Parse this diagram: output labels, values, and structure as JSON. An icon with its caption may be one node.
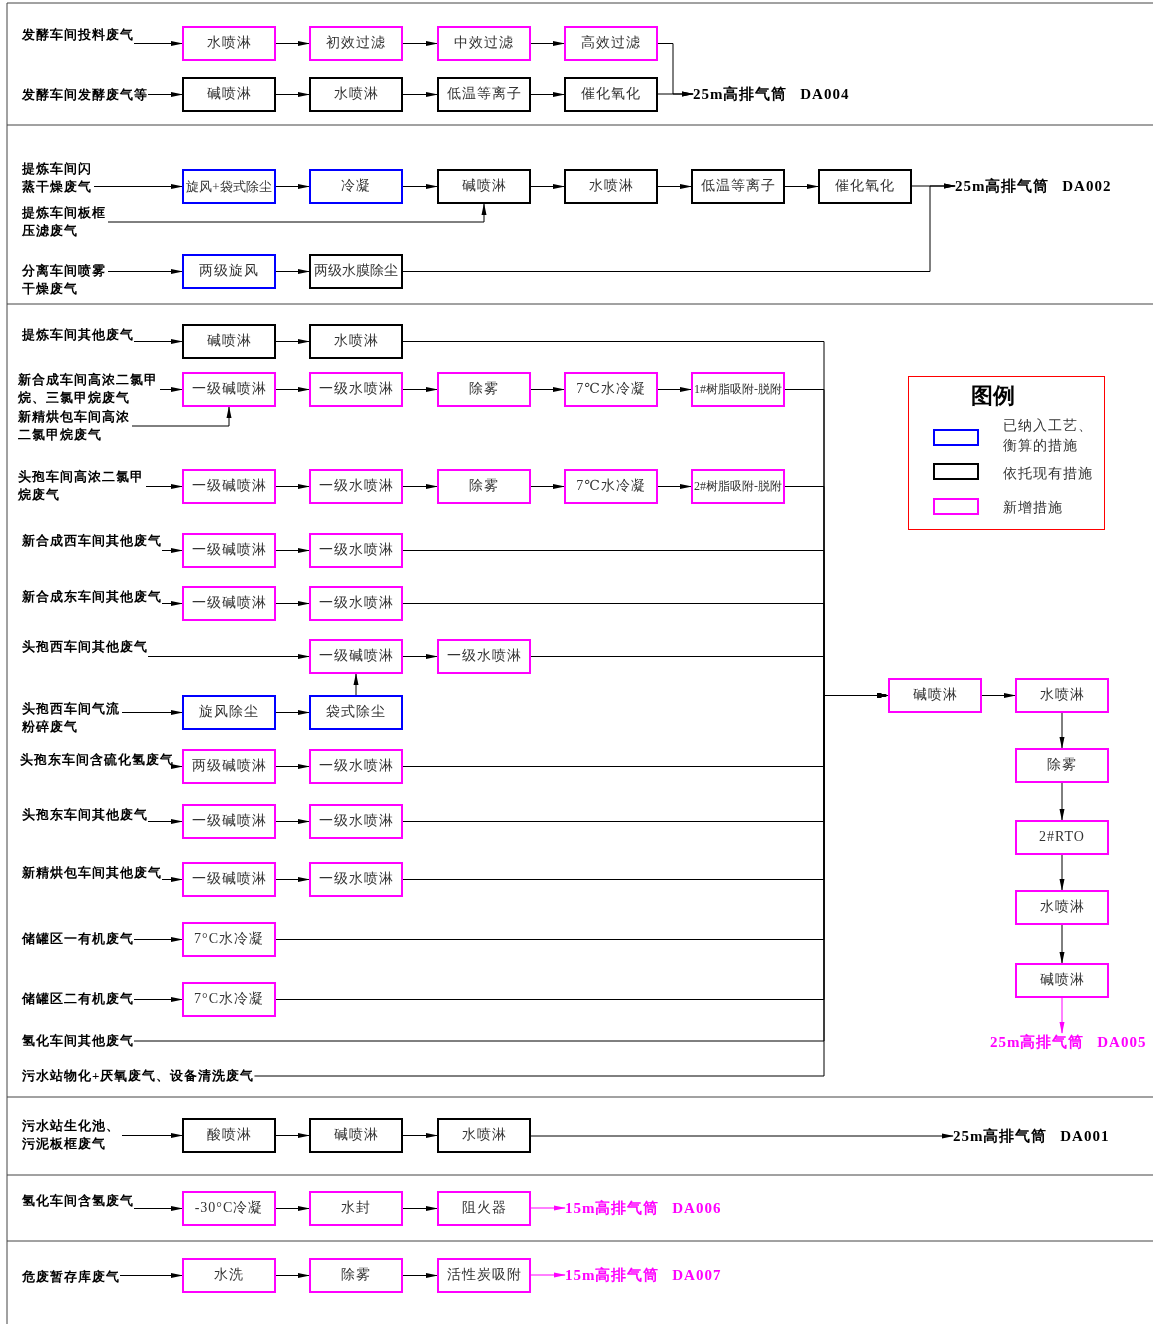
{
  "diagram": {
    "nodes": [
      {
        "text": [
          "发酵车间投料废气"
        ]
      },
      {
        "text": [
          "水喷淋"
        ]
      },
      {
        "text": [
          "初效过滤"
        ]
      },
      {
        "text": [
          "中效过滤"
        ]
      },
      {
        "text": [
          "高效过滤"
        ]
      },
      {
        "text": [
          "发酵车间发酵废气等"
        ]
      },
      {
        "text": [
          "碱喷淋"
        ]
      },
      {
        "text": [
          "水喷淋"
        ]
      },
      {
        "text": [
          "低温等离子"
        ]
      },
      {
        "text": [
          "催化氧化"
        ]
      },
      {
        "text": [
          "25m高排气筒 DA004"
        ]
      },
      {
        "text": [
          "提炼车间闪蒸干燥废气"
        ]
      },
      {
        "text": [
          "旋风+袋式除尘"
        ]
      },
      {
        "text": [
          "冷凝"
        ]
      },
      {
        "text": [
          "碱喷淋"
        ]
      },
      {
        "text": [
          "水喷淋"
        ]
      },
      {
        "text": [
          "低温等离子"
        ]
      },
      {
        "text": [
          "催化氧化"
        ]
      },
      {
        "text": [
          "25m高排气筒 DA002"
        ]
      },
      {
        "text": [
          "提炼车间板框压滤废气"
        ]
      },
      {
        "text": [
          "分离车间喷雾干燥废气"
        ]
      },
      {
        "text": [
          "两级旋风"
        ]
      },
      {
        "text": [
          "两级水膜除尘"
        ]
      },
      {
        "text": [
          "提炼车间其他废气"
        ]
      },
      {
        "text": [
          "碱喷淋"
        ]
      },
      {
        "text": [
          "水喷淋"
        ]
      },
      {
        "text": [
          "新合成车间高浓二氯甲烷、三氯甲烷废气"
        ]
      },
      {
        "text": [
          "一级碱喷淋"
        ]
      },
      {
        "text": [
          "一级水喷淋"
        ]
      },
      {
        "text": [
          "除雾"
        ]
      },
      {
        "text": [
          "7℃水冷凝"
        ]
      },
      {
        "text": [
          "1#树脂吸附-脱附"
        ]
      },
      {
        "text": [
          "新精烘包车间高浓二氯甲烷废气"
        ]
      },
      {
        "text": [
          "头孢车间高浓二氯甲烷废气"
        ]
      },
      {
        "text": [
          "一级碱喷淋"
        ]
      },
      {
        "text": [
          "一级水喷淋"
        ]
      },
      {
        "text": [
          "除雾"
        ]
      },
      {
        "text": [
          "7℃水冷凝"
        ]
      },
      {
        "text": [
          "2#树脂吸附-脱附"
        ]
      },
      {
        "text": [
          "新合成西车间其他废气"
        ]
      },
      {
        "text": [
          "一级碱喷淋"
        ]
      },
      {
        "text": [
          "一级水喷淋"
        ]
      },
      {
        "text": [
          "新合成东车间其他废气"
        ]
      },
      {
        "text": [
          "一级碱喷淋"
        ]
      },
      {
        "text": [
          "一级水喷淋"
        ]
      },
      {
        "text": [
          "头孢西车间其他废气"
        ]
      },
      {
        "text": [
          "一级碱喷淋"
        ]
      },
      {
        "text": [
          "一级水喷淋"
        ]
      },
      {
        "text": [
          "头孢西车间气流粉碎废气"
        ]
      },
      {
        "text": [
          "旋风除尘"
        ]
      },
      {
        "text": [
          "袋式除尘"
        ]
      },
      {
        "text": [
          "头孢东车间含硫化氢废气"
        ]
      },
      {
        "text": [
          "两级碱喷淋"
        ]
      },
      {
        "text": [
          "一级水喷淋"
        ]
      },
      {
        "text": [
          "头孢东车间其他废气"
        ]
      },
      {
        "text": [
          "一级碱喷淋"
        ]
      },
      {
        "text": [
          "一级水喷淋"
        ]
      },
      {
        "text": [
          "新精烘包车间其他废气"
        ]
      },
      {
        "text": [
          "一级碱喷淋"
        ]
      },
      {
        "text": [
          "一级水喷淋"
        ]
      },
      {
        "text": [
          "储罐区一有机废气"
        ]
      },
      {
        "text": [
          "7°C水冷凝"
        ]
      },
      {
        "text": [
          "储罐区二有机废气"
        ]
      },
      {
        "text": [
          "7°C水冷凝"
        ]
      },
      {
        "text": [
          "氢化车间其他废气"
        ]
      },
      {
        "text": [
          "污水站物化+厌氧废气、设备清洗废气"
        ]
      },
      {
        "text": [
          "碱喷淋"
        ]
      },
      {
        "text": [
          "水喷淋"
        ]
      },
      {
        "text": [
          "除雾"
        ]
      },
      {
        "text": [
          "2#RTO"
        ]
      },
      {
        "text": [
          "水喷淋"
        ]
      },
      {
        "text": [
          "碱喷淋"
        ]
      },
      {
        "text": [
          "25m高排气筒 DA005"
        ]
      },
      {
        "text": [
          "污水站生化池、污泥板框废气"
        ]
      },
      {
        "text": [
          "酸喷淋"
        ]
      },
      {
        "text": [
          "碱喷淋"
        ]
      },
      {
        "text": [
          "水喷淋"
        ]
      },
      {
        "text": [
          "25m高排气筒 DA001"
        ]
      },
      {
        "text": [
          "氢化车间含氢废气"
        ]
      },
      {
        "text": [
          "-30°C冷凝"
        ]
      },
      {
        "text": [
          "水封"
        ]
      },
      {
        "text": [
          "阻火器"
        ]
      },
      {
        "text": [
          "15m高排气筒 DA006"
        ]
      },
      {
        "text": [
          "危废暂存库废气"
        ]
      },
      {
        "text": [
          "水洗"
        ]
      },
      {
        "text": [
          "除雾"
        ]
      },
      {
        "text": [
          "活性炭吸附"
        ]
      },
      {
        "text": [
          "15m高排气筒 DA007"
        ]
      }
    ],
    "edges": [
      {
        "from": 0,
        "to": 1,
        "arrow": "to"
      },
      {
        "from": 1,
        "to": 2,
        "arrow": "to"
      },
      {
        "from": 2,
        "to": 3,
        "arrow": "to"
      },
      {
        "from": 3,
        "to": 4,
        "arrow": "to"
      },
      {
        "from": 4,
        "to": 10,
        "arrow": "to"
      },
      {
        "from": 5,
        "to": 6,
        "arrow": "to"
      },
      {
        "from": 6,
        "to": 7,
        "arrow": "to"
      },
      {
        "from": 7,
        "to": 8,
        "arrow": "to"
      },
      {
        "from": 8,
        "to": 9,
        "arrow": "to"
      },
      {
        "from": 9,
        "to": 10,
        "arrow": "to"
      },
      {
        "from": 11,
        "to": 12,
        "arrow": "to"
      },
      {
        "from": 12,
        "to": 13,
        "arrow": "to"
      },
      {
        "from": 13,
        "to": 14,
        "arrow": "to"
      },
      {
        "from": 14,
        "to": 15,
        "arrow": "to"
      },
      {
        "from": 15,
        "to": 16,
        "arrow": "to"
      },
      {
        "from": 16,
        "to": 17,
        "arrow": "to"
      },
      {
        "from": 17,
        "to": 18,
        "arrow": "to"
      },
      {
        "from": 19,
        "to": 14,
        "arrow": "to"
      },
      {
        "from": 20,
        "to": 21,
        "arrow": "to"
      },
      {
        "from": 21,
        "to": 22,
        "arrow": "to"
      },
      {
        "from": 22,
        "to": 18,
        "arrow": "to"
      },
      {
        "from": 23,
        "to": 24,
        "arrow": "to"
      },
      {
        "from": 24,
        "to": 25,
        "arrow": "to"
      },
      {
        "from": 25,
        "to": 66,
        "arrow": "to"
      },
      {
        "from": 26,
        "to": 27,
        "arrow": "to"
      },
      {
        "from": 27,
        "to": 28,
        "arrow": "to"
      },
      {
        "from": 28,
        "to": 29,
        "arrow": "to"
      },
      {
        "from": 29,
        "to": 30,
        "arrow": "to"
      },
      {
        "from": 30,
        "to": 31,
        "arrow": "to"
      },
      {
        "from": 31,
        "to": 66,
        "arrow": "to"
      },
      {
        "from": 32,
        "to": 27,
        "arrow": "to"
      },
      {
        "from": 33,
        "to": 34,
        "arrow": "to"
      },
      {
        "from": 34,
        "to": 35,
        "arrow": "to"
      },
      {
        "from": 35,
        "to": 36,
        "arrow": "to"
      },
      {
        "from": 36,
        "to": 37,
        "arrow": "to"
      },
      {
        "from": 37,
        "to": 38,
        "arrow": "to"
      },
      {
        "from": 38,
        "to": 66,
        "arrow": "to"
      },
      {
        "from": 39,
        "to": 40,
        "arrow": "to"
      },
      {
        "from": 40,
        "to": 41,
        "arrow": "to"
      },
      {
        "from": 41,
        "to": 66,
        "arrow": "to"
      },
      {
        "from": 42,
        "to": 43,
        "arrow": "to"
      },
      {
        "from": 43,
        "to": 44,
        "arrow": "to"
      },
      {
        "from": 44,
        "to": 66,
        "arrow": "to"
      },
      {
        "from": 45,
        "to": 46,
        "arrow": "to"
      },
      {
        "from": 46,
        "to": 47,
        "arrow": "to"
      },
      {
        "from": 47,
        "to": 66,
        "arrow": "to"
      },
      {
        "from": 48,
        "to": 49,
        "arrow": "to"
      },
      {
        "from": 49,
        "to": 50,
        "arrow": "to"
      },
      {
        "from": 50,
        "to": 46,
        "arrow": "to"
      },
      {
        "from": 51,
        "to": 52,
        "arrow": "to"
      },
      {
        "from": 52,
        "to": 53,
        "arrow": "to"
      },
      {
        "from": 53,
        "to": 66,
        "arrow": "to"
      },
      {
        "from": 54,
        "to": 55,
        "arrow": "to"
      },
      {
        "from": 55,
        "to": 56,
        "arrow": "to"
      },
      {
        "from": 56,
        "to": 66,
        "arrow": "to"
      },
      {
        "from": 57,
        "to": 58,
        "arrow": "to"
      },
      {
        "from": 58,
        "to": 59,
        "arrow": "to"
      },
      {
        "from": 59,
        "to": 66,
        "arrow": "to"
      },
      {
        "from": 60,
        "to": 61,
        "arrow": "to"
      },
      {
        "from": 61,
        "to": 66,
        "arrow": "to"
      },
      {
        "from": 62,
        "to": 63,
        "arrow": "to"
      },
      {
        "from": 63,
        "to": 66,
        "arrow": "to"
      },
      {
        "from": 64,
        "to": 66,
        "arrow": "to"
      },
      {
        "from": 65,
        "to": 66,
        "arrow": "to"
      },
      {
        "from": 66,
        "to": 67,
        "arrow": "to"
      },
      {
        "from": 67,
        "to": 68,
        "arrow": "to"
      },
      {
        "from": 68,
        "to": 69,
        "arrow": "to"
      },
      {
        "from": 69,
        "to": 70,
        "arrow": "to"
      },
      {
        "from": 70,
        "to": 71,
        "arrow": "to"
      },
      {
        "from": 71,
        "to": 72,
        "arrow": "to",
        "color": "#ff00ff"
      },
      {
        "from": 73,
        "to": 74,
        "arrow": "to"
      },
      {
        "from": 74,
        "to": 75,
        "arrow": "to"
      },
      {
        "from": 75,
        "to": 76,
        "arrow": "to"
      },
      {
        "from": 76,
        "to": 77,
        "arrow": "to"
      },
      {
        "from": 78,
        "to": 79,
        "arrow": "to"
      },
      {
        "from": 79,
        "to": 80,
        "arrow": "to"
      },
      {
        "from": 80,
        "to": 81,
        "arrow": "to"
      },
      {
        "from": 81,
        "to": 82,
        "arrow": "to",
        "color": "#ff00ff"
      },
      {
        "from": 83,
        "to": 84,
        "arrow": "to"
      },
      {
        "from": 84,
        "to": 85,
        "arrow": "to"
      },
      {
        "from": 85,
        "to": 86,
        "arrow": "to"
      },
      {
        "from": 86,
        "to": 87,
        "arrow": "to",
        "color": "#ff00ff"
      }
    ],
    "labels": [
      "图例"
    ],
    "legend": [
      {
        "text": "已纳入工艺、衡算的措施",
        "color": "#0000ff"
      },
      {
        "text": "依托现有措施",
        "color": "#000000"
      },
      {
        "text": "新增措施",
        "color": "#ff00ff"
      }
    ]
  }
}
